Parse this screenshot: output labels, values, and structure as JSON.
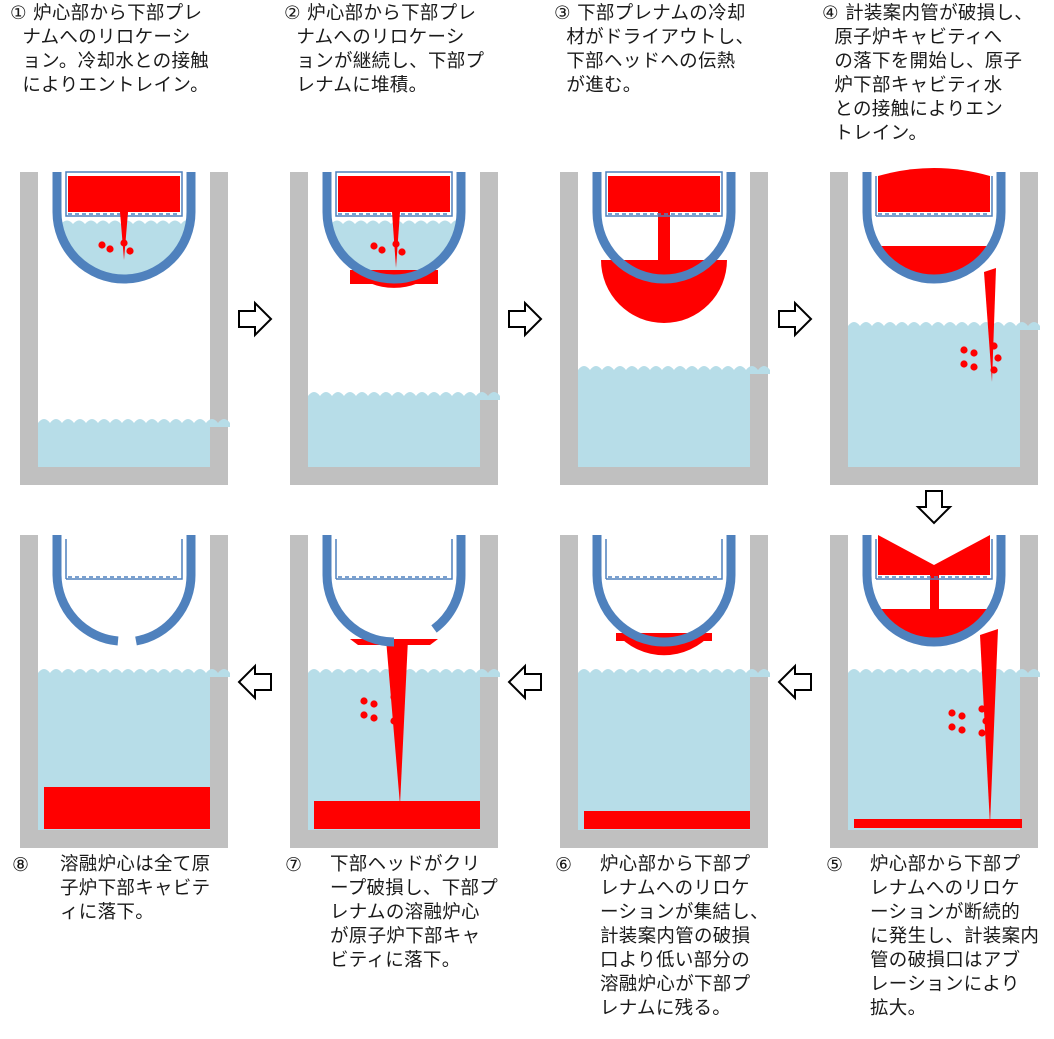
{
  "steps": [
    {
      "number": "①",
      "caption": "炉心部から下部プレ\nナムへのリロケーシ\nョン。冷却水との接触\nによりエントレイン。"
    },
    {
      "number": "②",
      "caption": "炉心部から下部プレ\nナムへのリロケーシ\nョンが継続し、下部プ\nレナムに堆積。"
    },
    {
      "number": "③",
      "caption": "下部プレナムの冷却\n材がドライアウトし、\n下部ヘッドへの伝熱\nが進む。"
    },
    {
      "number": "④",
      "caption": "計装案内管が破損し、\n原子炉キャビティへ\nの落下を開始し、原子\n炉下部キャビティ水\nとの接触によりエン\nトレイン。"
    },
    {
      "number": "⑤",
      "caption": "炉心部から下部プ\nレナムへのリロケ\nーションが断続的\nに発生し、計装案内\n管の破損口はアブ\nレーションにより\n拡大。"
    },
    {
      "number": "⑥",
      "caption": "炉心部から下部プ\nレナムへのリロケ\nーションが集結し、\n計装案内管の破損\n口より低い部分の\n溶融炉心が下部プ\nレナムに残る。"
    },
    {
      "number": "⑦",
      "caption": "下部ヘッドがクリ\nープ破損し、下部プ\nレナムの溶融炉心\nが原子炉下部キャ\nビティに落下。"
    },
    {
      "number": "⑧",
      "caption": "溶融炉心は全て原\n子炉下部キャビテ\nィに落下。"
    }
  ],
  "colors": {
    "wall": "#c0c0c0",
    "vessel": "#4f81bd",
    "water": "#b7dde8",
    "corium": "#ff0000",
    "arrow_stroke": "#000000"
  }
}
